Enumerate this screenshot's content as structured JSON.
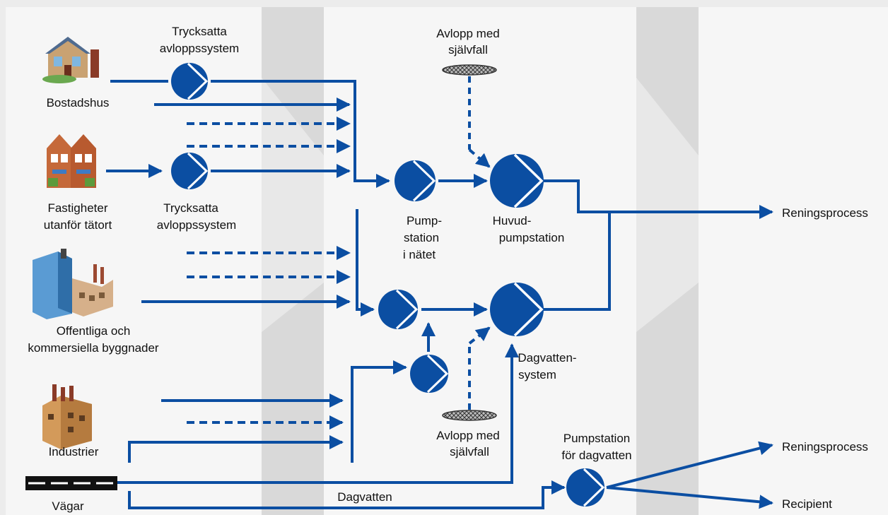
{
  "colors": {
    "background": "#ececec",
    "panel": "#f6f6f6",
    "band": "#d9d9d9",
    "flow": "#0b4ea2"
  },
  "sources": {
    "bostadshus": "Bostadshus",
    "fastigheter_1": "Fastigheter",
    "fastigheter_2": "utanför tätort",
    "offentliga_1": "Offentliga och",
    "offentliga_2": "kommersiella byggnader",
    "industrier": "Industrier",
    "vagar": "Vägar"
  },
  "labels": {
    "trycksatta_top_1": "Trycksatta",
    "trycksatta_top_2": "avloppssystem",
    "trycksatta_mid_1": "Trycksatta",
    "trycksatta_mid_2": "avloppssystem",
    "avlopp_top_1": "Avlopp med",
    "avlopp_top_2": "självfall",
    "pumpstation_natet_1": "Pump-",
    "pumpstation_natet_2": "station",
    "pumpstation_natet_3": "i nätet",
    "huvudpump_1": "Huvud-",
    "huvudpump_2": "pumpstation",
    "dagvattensystem_1": "Dagvatten-",
    "dagvattensystem_2": "system",
    "avlopp_bottom_1": "Avlopp med",
    "avlopp_bottom_2": "självfall",
    "pump_dagvatten_1": "Pumpstation",
    "pump_dagvatten_2": "för dagvatten",
    "dagvatten": "Dagvatten"
  },
  "outputs": {
    "reningsprocess_top": "Reningsprocess",
    "reningsprocess_bottom": "Reningsprocess",
    "recipient": "Recipient"
  },
  "icons": [
    "house-icon",
    "townhouses-icon",
    "office-building-icon",
    "factory-icon",
    "road-icon",
    "pump-icon",
    "manhole-icon"
  ]
}
